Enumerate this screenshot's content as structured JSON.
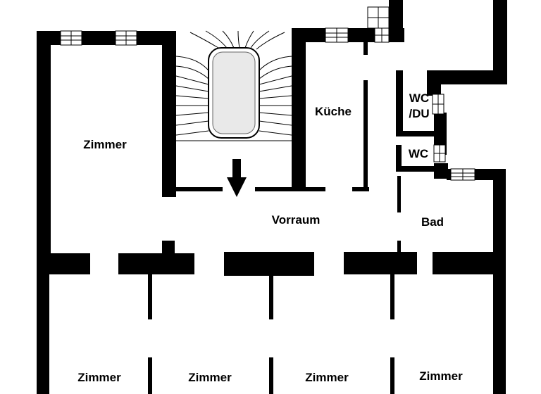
{
  "rooms": {
    "zimmer_top_left": "Zimmer",
    "kueche": "Küche",
    "wc_du_line1": "WC",
    "wc_du_line2": "/DU",
    "wc": "WC",
    "vorraum": "Vorraum",
    "bad": "Bad",
    "zimmer_bottom_1": "Zimmer",
    "zimmer_bottom_2": "Zimmer",
    "zimmer_bottom_3": "Zimmer",
    "zimmer_bottom_4": "Zimmer"
  },
  "icons": {
    "entrance": "down-arrow-icon",
    "stair": "staircase-icon"
  }
}
